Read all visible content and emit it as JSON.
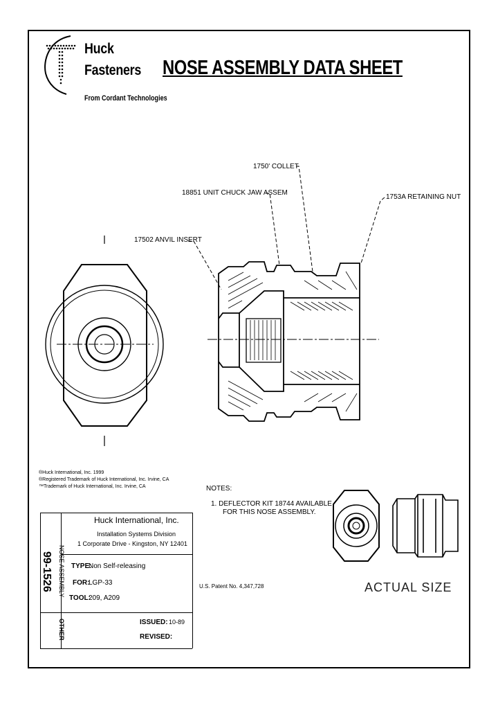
{
  "header": {
    "brand_line1": "Huck",
    "brand_line2": "Fasteners",
    "brand_subtitle": "From Cordant Technologies",
    "title": "NOSE ASSEMBLY DATA SHEET"
  },
  "callouts": {
    "collet": "1750' COLLET",
    "chuck_jaw": "18851 UNIT CHUCK JAW ASSEM",
    "retaining_nut": "1753A RETAINING NUT",
    "anvil_insert": "17502 ANVIL INSERT"
  },
  "trademarks": {
    "line1": "®Huck International, Inc. 1999",
    "line2": "®Registered Trademark of Huck International, Inc. Irvine, CA",
    "line3": "™Trademark of Huck International, Inc. Irvine, CA"
  },
  "notes": {
    "heading": "NOTES:",
    "line1": "1.  DEFLECTOR KIT 18744 AVAILABLE",
    "line2": "FOR THIS NOSE ASSEMBLY."
  },
  "patent": "U.S. Patent No. 4,347,728",
  "actual_size": "ACTUAL SIZE",
  "titleblock": {
    "company": "Huck International, Inc.",
    "division": "Installation Systems Division",
    "address": "1 Corporate Drive - Kingston, NY  12401",
    "type_label": "TYPE:",
    "type_value": "Non Self-releasing",
    "for_label": "FOR:",
    "for_value": "LGP-33",
    "tool_label": "TOOL:",
    "tool_value": "209, A209",
    "issued_label": "ISSUED:",
    "issued_value": "10-89",
    "revised_label": "REVISED:",
    "revised_value": "",
    "doc_number": "99-1526",
    "category": "NOSE ASSEMBLY",
    "other_label": "OTHER"
  }
}
